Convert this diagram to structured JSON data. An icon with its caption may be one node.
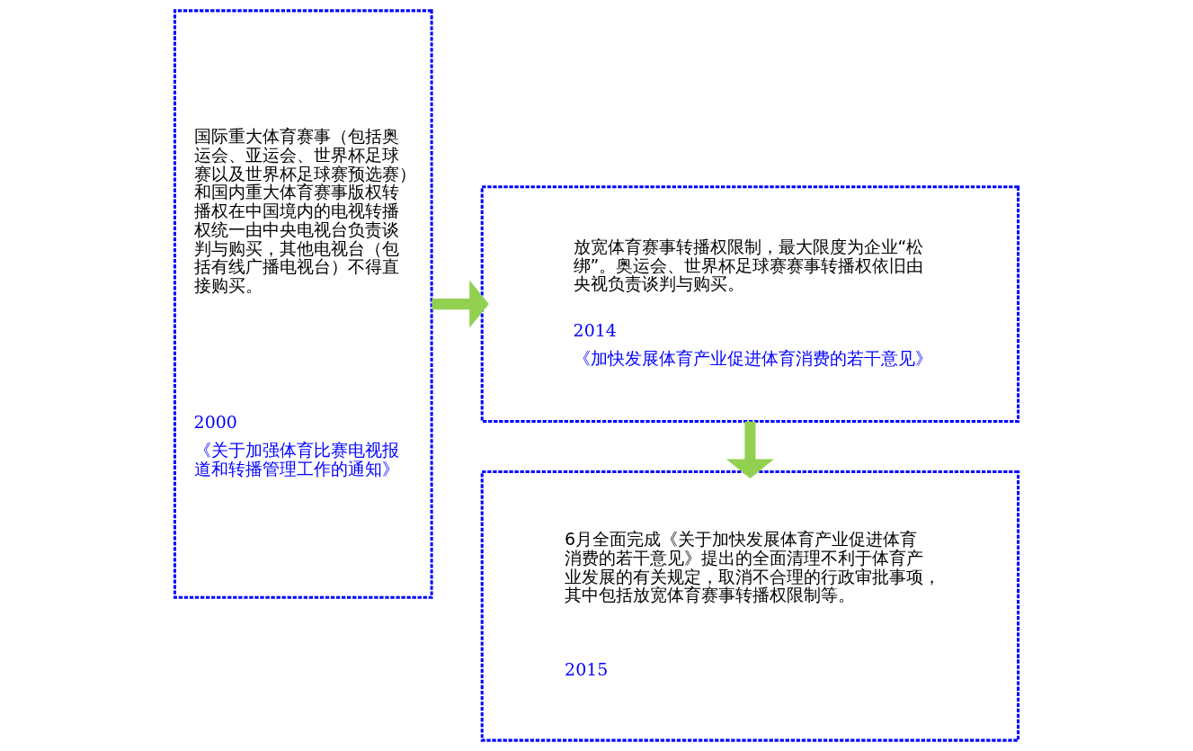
{
  "diagram": {
    "nodes": [
      {
        "text": [
          "国际重大体育赛事（包括奥运会、亚运会、世界杯足球赛以及世界杯足球赛预选赛）和国内重大体育赛事版权转播权在中国境内的电视转播权统一由中央电视台负责谈判与购买，其他电视台（包括有线广播电视台）不得直接购买。",
          "2000",
          "《关于加强体育比赛电视报道和转播管理工作的通知》"
        ]
      },
      {
        "text": [
          "放宽体育赛事转播权限制，最大限度为企业“松绑”。奥运会、世界杯足球赛赛事转播权依旧由央视负责谈判与购买。",
          "2014",
          "《加快发展体育产业促进体育消费的若干意见》"
        ]
      },
      {
        "text": [
          "6月全面完成《关于加快发展体育产业促进体育消费的若干意见》提出的全面清理不利于体育产业发展的有关规定，取消不合理的行政审批事项，其中包括放宽体育赛事转播权限制等。",
          "2015"
        ]
      }
    ],
    "edges": [
      {
        "from": 0,
        "to": 1,
        "arrow": "to"
      },
      {
        "from": 1,
        "to": 2,
        "arrow": "to"
      }
    ]
  }
}
